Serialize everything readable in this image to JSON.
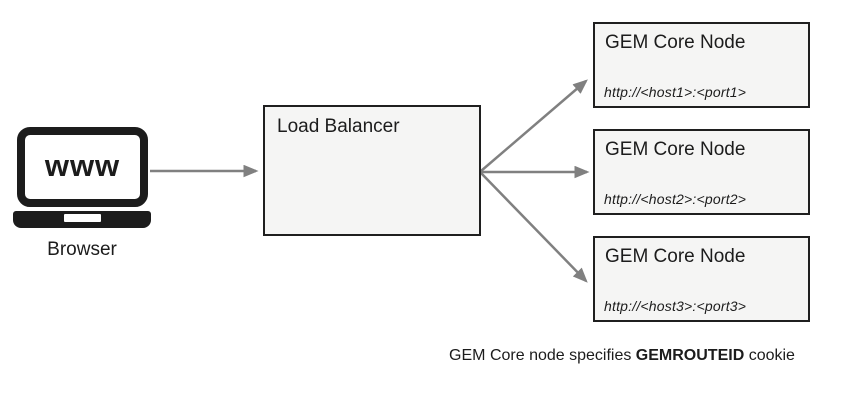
{
  "diagram": {
    "browser": {
      "icon_text": "www",
      "label": "Browser"
    },
    "load_balancer": {
      "label": "Load Balancer"
    },
    "nodes": [
      {
        "title": "GEM Core Node",
        "url": "http://<host1>:<port1>"
      },
      {
        "title": "GEM Core Node",
        "url": "http://<host2>:<port2>"
      },
      {
        "title": "GEM Core Node",
        "url": "http://<host3>:<port3>"
      }
    ],
    "caption": {
      "prefix": "GEM Core node specifies ",
      "bold": "GEMROUTEID",
      "suffix": " cookie"
    },
    "colors": {
      "box_fill": "#f5f5f4",
      "box_border": "#1f1f1f",
      "arrow": "#808080",
      "icon": "#1c1c1c",
      "text": "#1c1c1c"
    }
  }
}
